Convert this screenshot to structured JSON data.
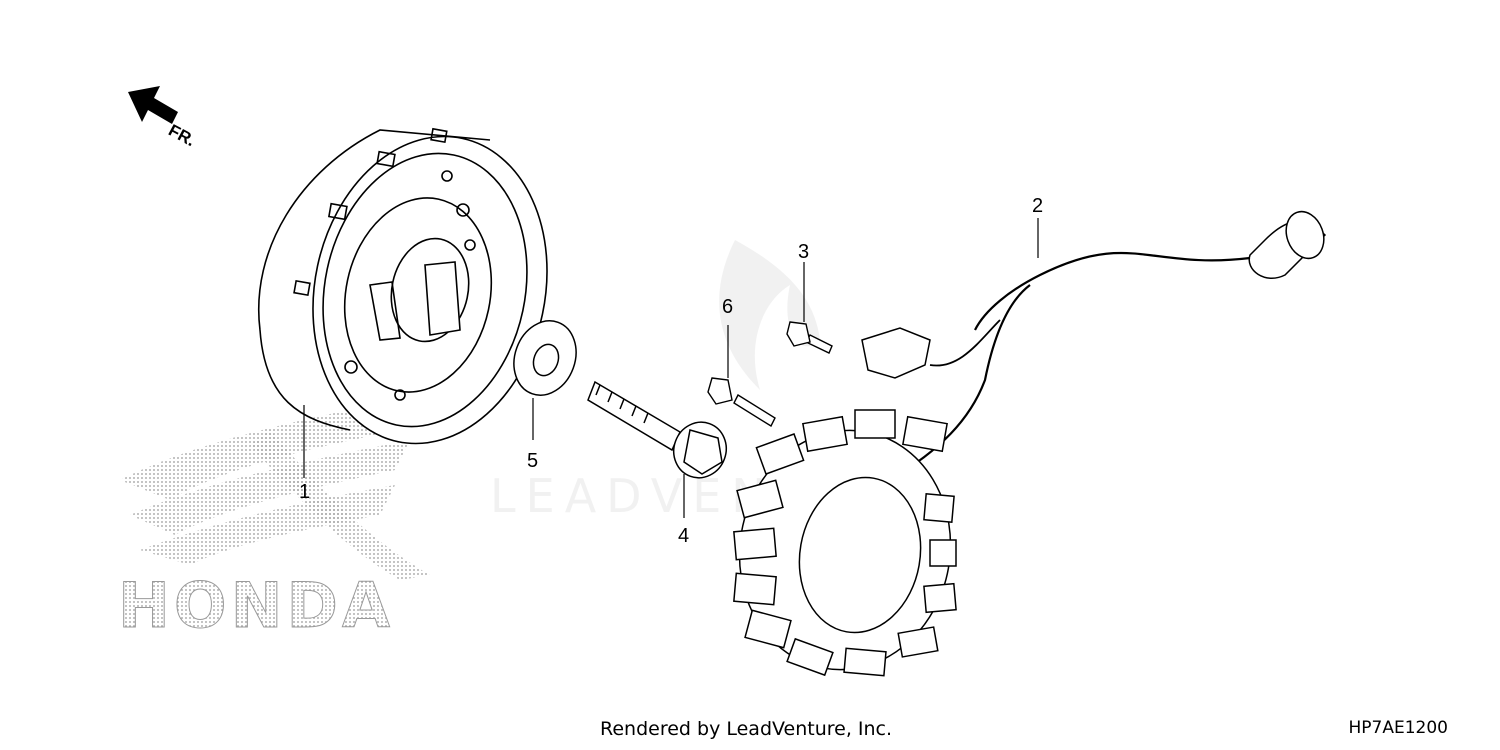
{
  "diagram": {
    "direction_label": "FR.",
    "callouts": [
      {
        "id": "1",
        "label": "1"
      },
      {
        "id": "2",
        "label": "2"
      },
      {
        "id": "3",
        "label": "3"
      },
      {
        "id": "4",
        "label": "4"
      },
      {
        "id": "5",
        "label": "5"
      },
      {
        "id": "6",
        "label": "6"
      }
    ],
    "watermark_text": "LEADVENTURE",
    "brand_mark": "HONDA"
  },
  "footer": {
    "credit": "Rendered by LeadVenture, Inc.",
    "diagram_code": "HP7AE1200"
  },
  "colors": {
    "ink": "#000000",
    "halftone": "#b0b0b0",
    "watermark": "#e6e6e6"
  }
}
